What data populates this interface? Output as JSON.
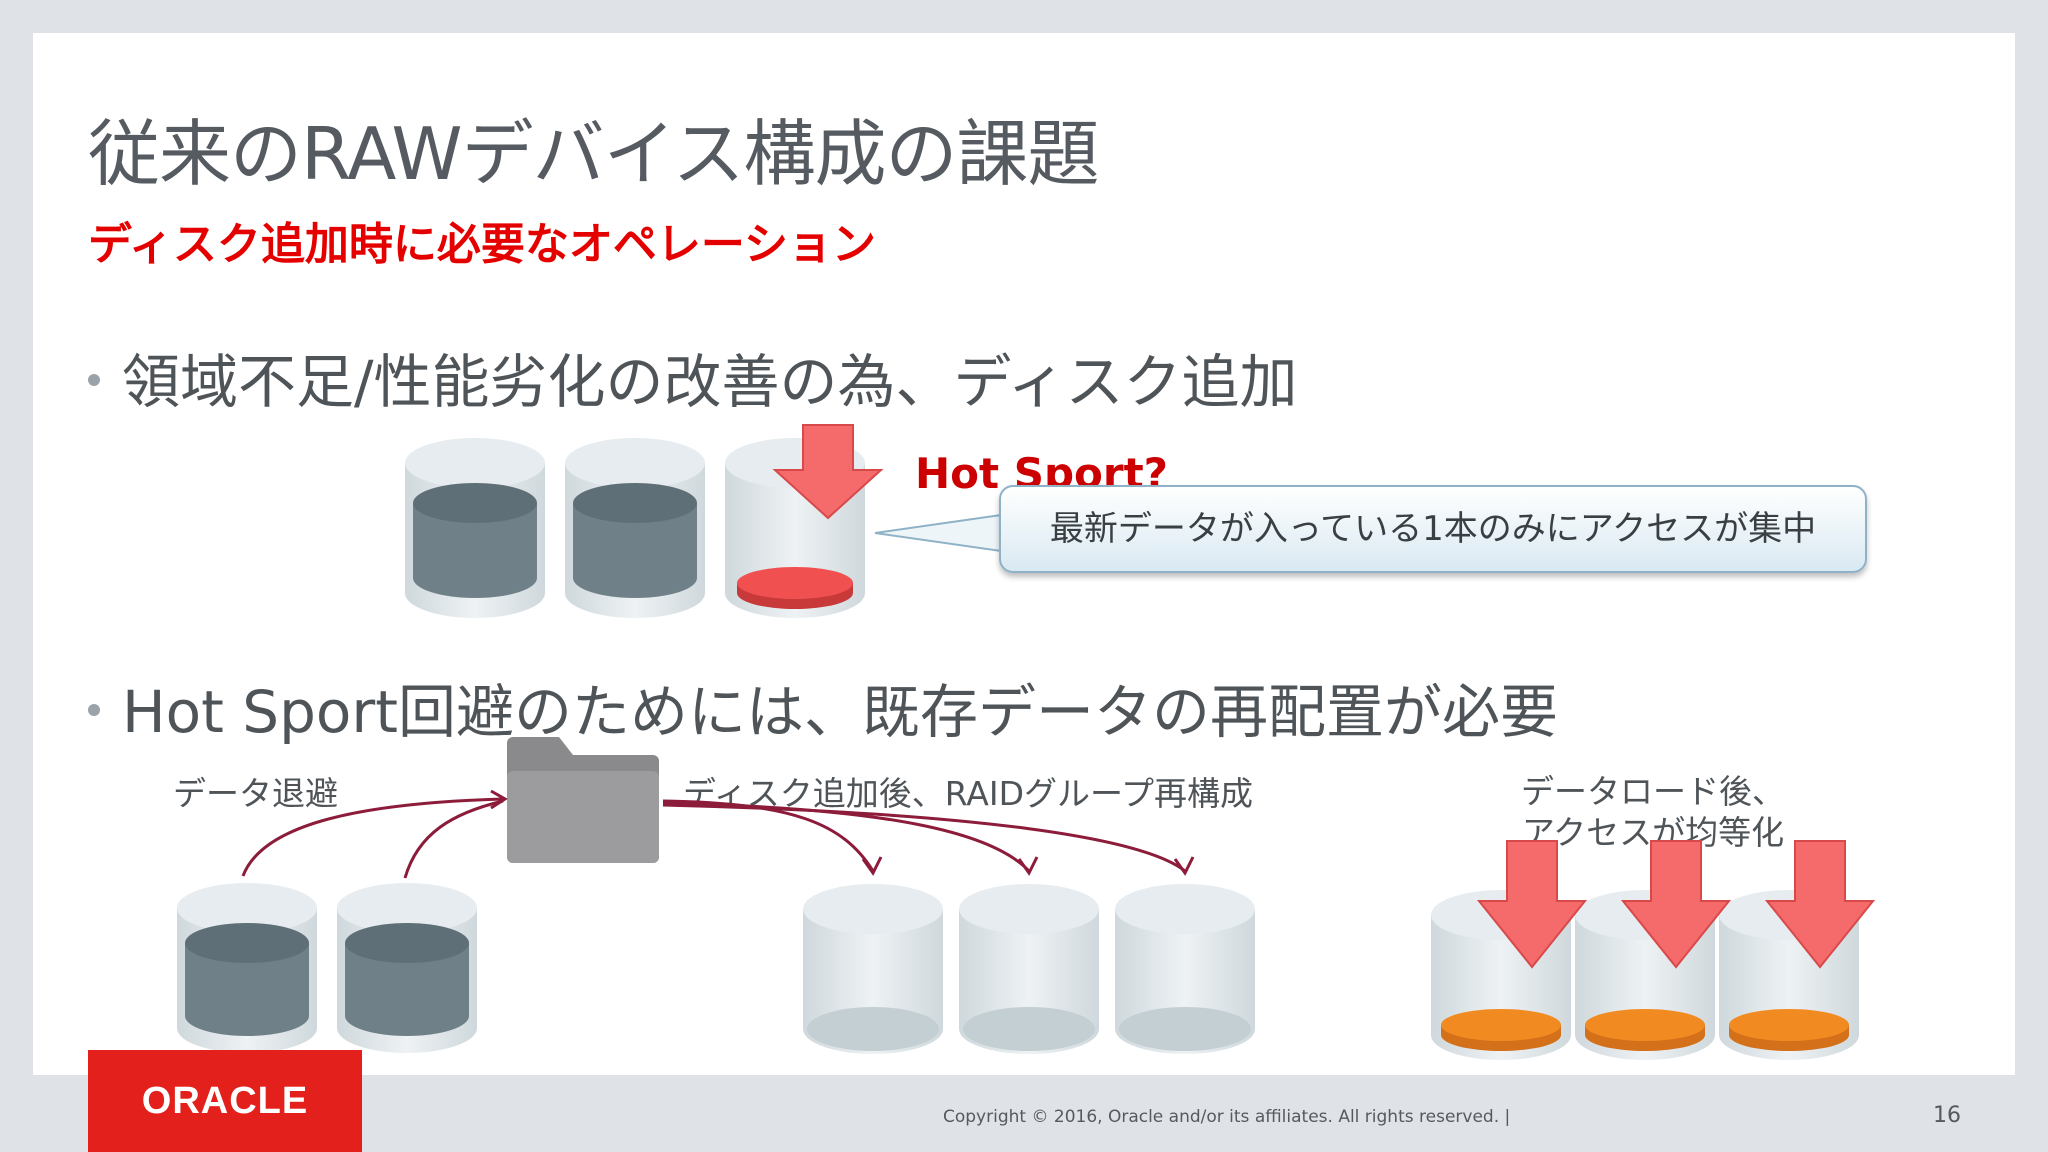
{
  "slide": {
    "title": "従来のRAWデバイス構成の課題",
    "subtitle": "ディスク追加時に必要なオペレーション",
    "bullet1": "領域不足/性能劣化の改善の為、ディスク追加",
    "hot_sport_label": "Hot Sport?",
    "callout": "最新データが入っている1本のみにアクセスが集中",
    "bullet2": "Hot Sport回避のためには、既存データの再配置が必要",
    "caption_evacuate": "データ退避",
    "caption_rebuild": "ディスク追加後、RAIDグループ再構成",
    "caption_balanced_line1": "データロード後、",
    "caption_balanced_line2": "アクセスが均等化"
  },
  "footer": {
    "copyright": "Copyright © 2016, Oracle and/or its affiliates. All rights reserved.  |",
    "page_number": "16",
    "logo_text": "ORACLE"
  },
  "icons": {
    "disk": "database-cylinder-icon",
    "folder": "folder-icon",
    "down_arrow": "down-arrow-icon"
  },
  "colors": {
    "title": "#555b60",
    "subtitle": "#e50000",
    "disk_data": "#6f8088",
    "hot_data": "#f05050",
    "balanced_data": "#f28a22",
    "arrow_fill": "#f56a6a",
    "flow_arrow": "#8c1c3a",
    "oracle_red": "#e3201b"
  }
}
